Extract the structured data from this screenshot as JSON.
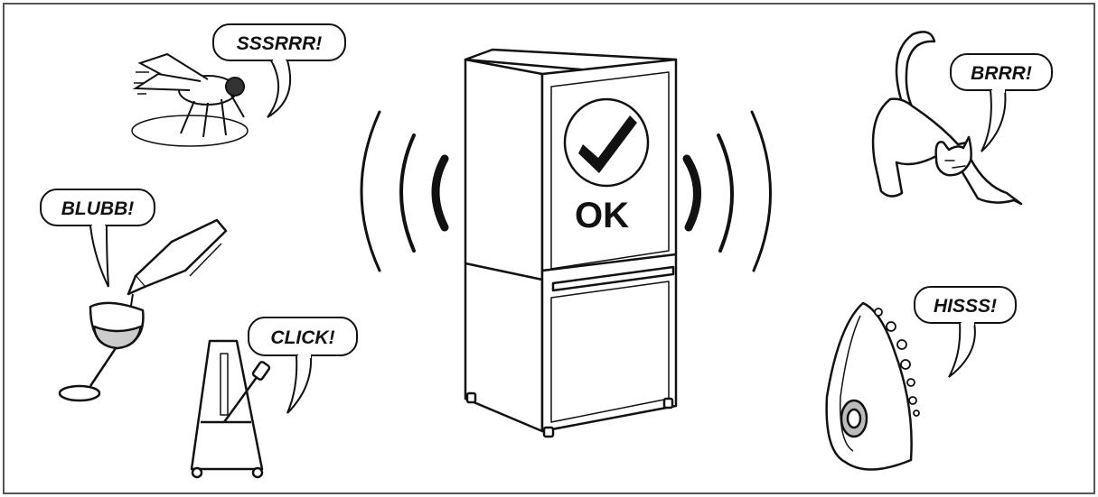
{
  "colors": {
    "ink": "#111111",
    "paper": "#ffffff",
    "frame": "#555555"
  },
  "fridge": {
    "status": "OK",
    "status_icon": "checkmark-icon"
  },
  "sounds": [
    {
      "id": "fly",
      "text": "SSSRRR!",
      "icon": "fly-icon"
    },
    {
      "id": "wine",
      "text": "BLUBB!",
      "icon": "wine-pour-icon"
    },
    {
      "id": "metronome",
      "text": "CLICK!",
      "icon": "metronome-icon"
    },
    {
      "id": "cat",
      "text": "BRRR!",
      "icon": "cat-icon"
    },
    {
      "id": "iron",
      "text": "HISSS!",
      "icon": "steam-iron-icon"
    }
  ]
}
